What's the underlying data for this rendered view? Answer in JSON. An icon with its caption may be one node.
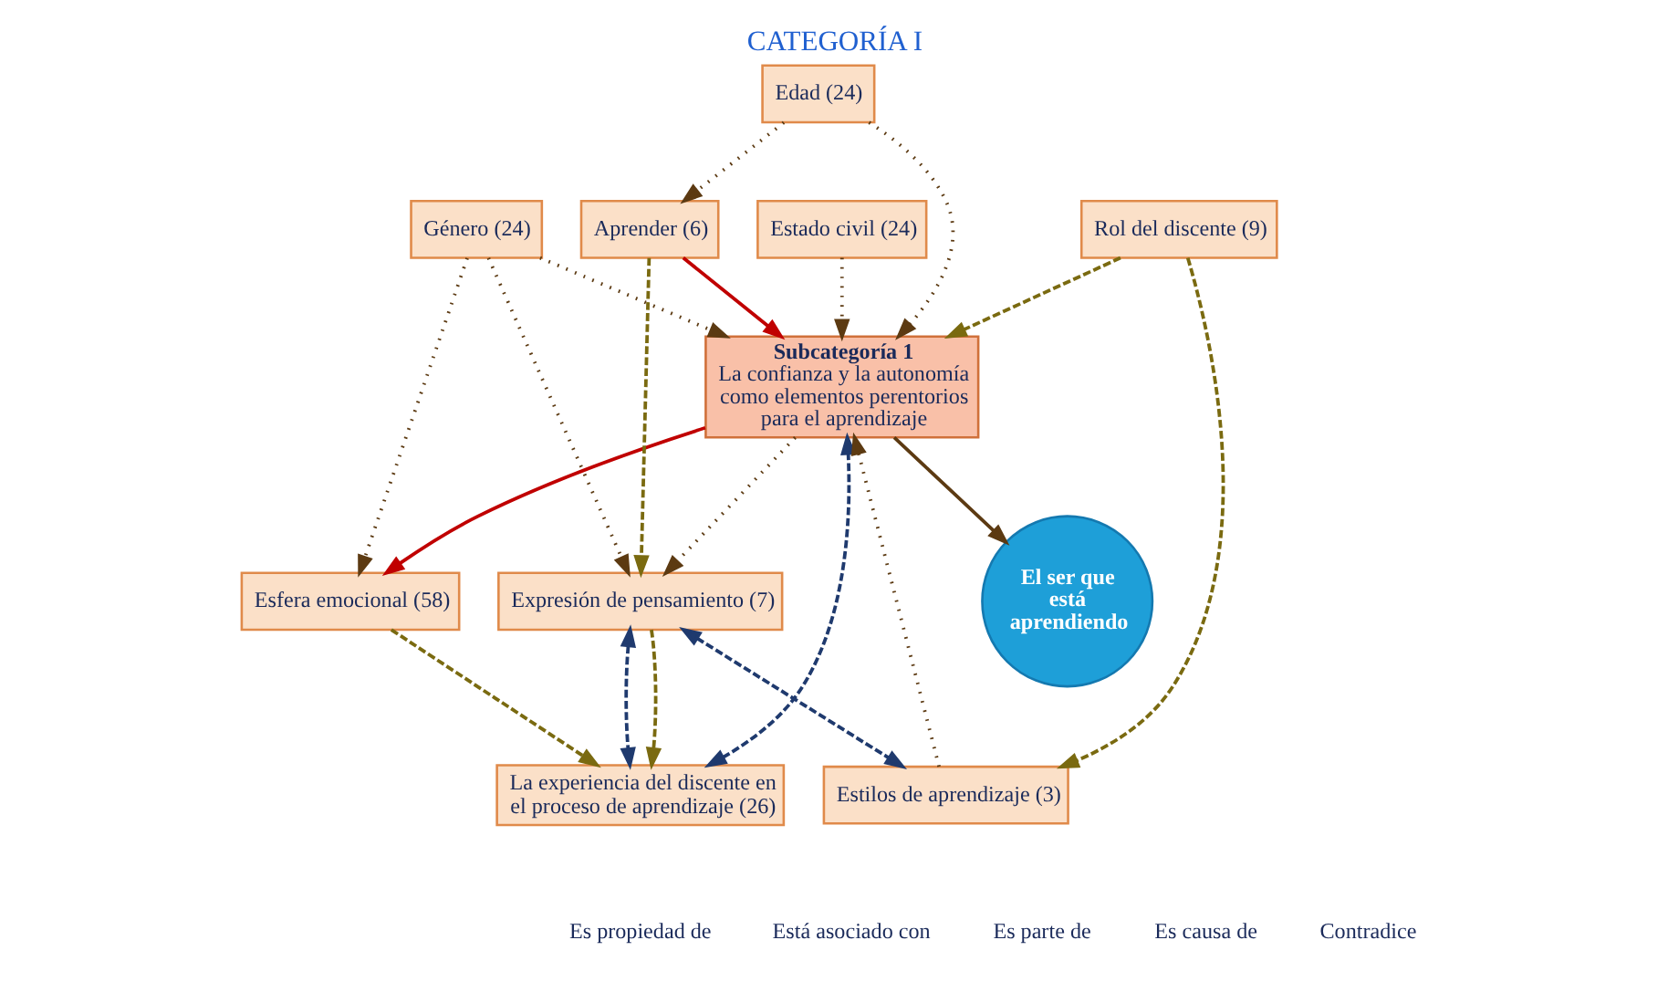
{
  "diagram": {
    "title": "CATEGORÍA I",
    "nodes": [
      {
        "text": [
          "El ser que está aprendiendo"
        ]
      },
      {
        "text": [
          "Subcategoría 1",
          "La confianza y la autonomía como elementos perentorios para el aprendizaje"
        ]
      },
      {
        "text": [
          "La experiencia del discente en el proceso de aprendizaje (26)"
        ]
      },
      {
        "text": [
          "Estilos de aprendizaje (3)"
        ]
      },
      {
        "text": [
          "Rol del discente (9)"
        ]
      },
      {
        "text": [
          "Estado civil (24)"
        ]
      },
      {
        "text": [
          "Edad (24)"
        ]
      },
      {
        "text": [
          "Expresión de pensamiento (7)"
        ]
      },
      {
        "text": [
          "Género (24)"
        ]
      },
      {
        "text": [
          "Aprender (6)"
        ]
      },
      {
        "text": [
          "Esfera emocional (58)"
        ]
      }
    ],
    "edges": [
      {
        "from": 1,
        "to": 0,
        "arrow": "to"
      },
      {
        "from": 5,
        "to": 1,
        "arrow": "to",
        "style": "dashed"
      },
      {
        "from": 6,
        "to": 1,
        "arrow": "to",
        "style": "dashed"
      },
      {
        "from": 8,
        "to": 1,
        "arrow": "to",
        "style": "dashed"
      },
      {
        "from": 6,
        "to": 9,
        "arrow": "to",
        "style": "dashed"
      },
      {
        "from": 8,
        "to": 7,
        "arrow": "to",
        "style": "dashed"
      },
      {
        "from": 8,
        "to": 10,
        "arrow": "to",
        "style": "dashed"
      },
      {
        "from": 1,
        "to": 7,
        "arrow": "to",
        "style": "dashed"
      },
      {
        "from": 3,
        "to": 1,
        "arrow": "to",
        "style": "dashed"
      },
      {
        "from": 2,
        "to": 1,
        "arrow": "both",
        "style": "dashed",
        "color": "#1f3a6e"
      },
      {
        "from": 7,
        "to": 2,
        "arrow": "both",
        "style": "dashed",
        "color": "#1f3a6e"
      },
      {
        "from": 7,
        "to": 3,
        "arrow": "both",
        "style": "dashed",
        "color": "#1f3a6e"
      },
      {
        "from": 9,
        "to": 1,
        "arrow": "to",
        "color": "#c00000"
      },
      {
        "from": 1,
        "to": 10,
        "arrow": "to",
        "color": "#c00000"
      },
      {
        "from": 4,
        "to": 1,
        "arrow": "to",
        "style": "dashed",
        "color": "#7a6a10"
      },
      {
        "from": 4,
        "to": 3,
        "arrow": "to",
        "style": "dashed",
        "color": "#7a6a10"
      },
      {
        "from": 7,
        "to": 2,
        "arrow": "to",
        "style": "dashed",
        "color": "#7a6a10"
      },
      {
        "from": 10,
        "to": 2,
        "arrow": "to",
        "style": "dashed",
        "color": "#7a6a10"
      },
      {
        "from": 9,
        "to": 7,
        "arrow": "to",
        "style": "dashed",
        "color": "#7a6a10"
      }
    ],
    "legend": [
      {
        "text": "Es propiedad de"
      },
      {
        "text": "Está asociado con"
      },
      {
        "text": "Es parte de"
      },
      {
        "text": "Es causa de"
      },
      {
        "text": "Contradice"
      }
    ]
  }
}
